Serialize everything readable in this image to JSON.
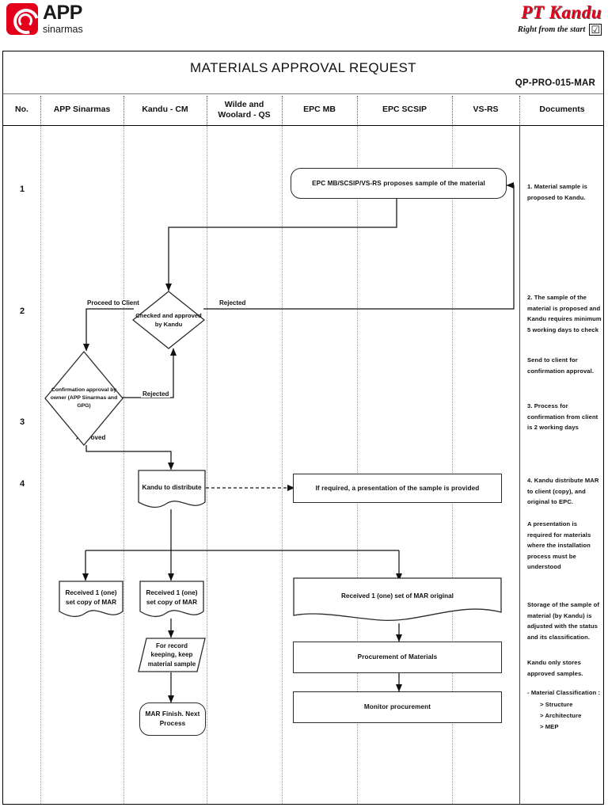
{
  "letterhead": {
    "app_logo_word": "APP",
    "app_logo_sub": "sinarmas",
    "kandu_word": "PT Kandu",
    "kandu_tagline": "Right from the start",
    "kandu_check": "☑"
  },
  "sheet": {
    "title": "MATERIALS APPROVAL REQUEST",
    "doc_code": "QP-PRO-015-MAR"
  },
  "columns": [
    {
      "label": "No."
    },
    {
      "label": "APP\nSinarmas"
    },
    {
      "label": "Kandu - CM"
    },
    {
      "label": "Wilde and\nWoolard - QS"
    },
    {
      "label": "EPC MB"
    },
    {
      "label": "EPC SCSIP"
    },
    {
      "label": "VS-RS"
    },
    {
      "label": "Documents"
    }
  ],
  "rows": [
    {
      "number": "1"
    },
    {
      "number": "2"
    },
    {
      "number": "3"
    },
    {
      "number": "4"
    }
  ],
  "nodes": {
    "propose": "EPC MB/SCSIP/VS-RS proposes sample of the material",
    "checked": "Checked and approved by Kandu",
    "confirmation": "Confirmation approval by owner (APP Sinarmas and GPG)",
    "distribute": "Kandu to distribute",
    "presentation": "If required, a presentation of the sample is provided",
    "recv_copy_app": "Received 1 (one) set copy of MAR",
    "recv_copy_kandu": "Received 1 (one) set copy of MAR",
    "recv_original": "Received 1 (one) set of MAR original",
    "record_keeping": "For record keeping, keep material sample",
    "mar_finish": "MAR Finish. Next Process",
    "procurement": "Procurement of Materials",
    "monitor": "Monitor procurement"
  },
  "edge_labels": {
    "proceed_to_client": "Proceed to Client",
    "rejected_kandu": "Rejected",
    "rejected_owner": "Rejected",
    "approved": "Approved"
  },
  "documents_notes": [
    "1. Material sample is proposed to Kandu.",
    "2. The sample of the material is proposed and Kandu requires minimum 5 working days to check",
    "Send to client for confirmation approval.",
    "3. Process for confirmation from client is 2 working days",
    "4. Kandu distribute MAR to client (copy), and original to EPC.",
    "A presentation is required for materials where the installation process must be understood",
    "Storage of the sample of material (by Kandu) is adjusted with the status and its classification.",
    "Kandu only stores approved samples.",
    "- Material Classification :",
    "> Structure",
    "> Architecture",
    "> MEP"
  ]
}
